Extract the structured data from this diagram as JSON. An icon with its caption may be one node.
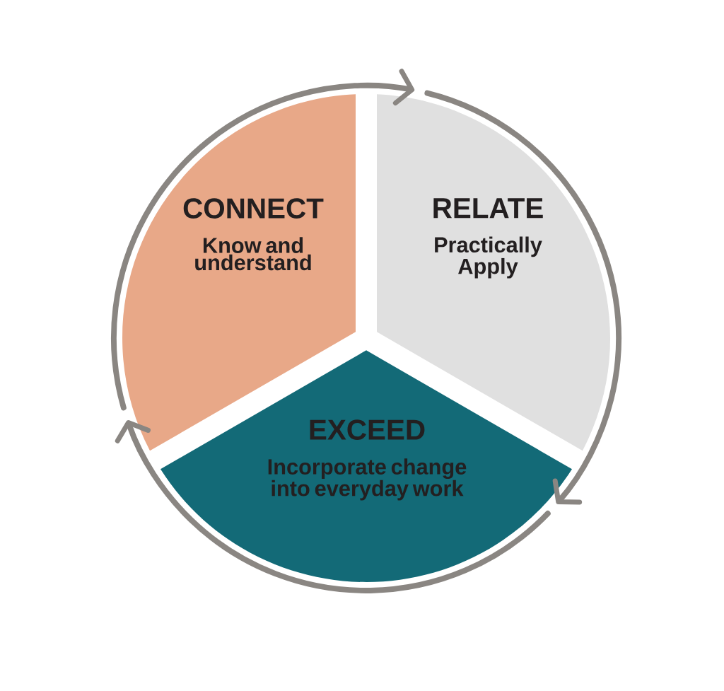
{
  "diagram": {
    "nodes": [
      {
        "text": [
          "CONNECT",
          "Know and understand"
        ]
      },
      {
        "text": [
          "RELATE",
          "Practically Apply"
        ]
      },
      {
        "text": [
          "EXCEED",
          "Incorporate change into everyday work"
        ]
      }
    ],
    "edges": [
      {
        "from": 0,
        "to": 1,
        "arrow": "to"
      },
      {
        "from": 1,
        "to": 2,
        "arrow": "to"
      },
      {
        "from": 2,
        "to": 0,
        "arrow": "to"
      }
    ]
  }
}
